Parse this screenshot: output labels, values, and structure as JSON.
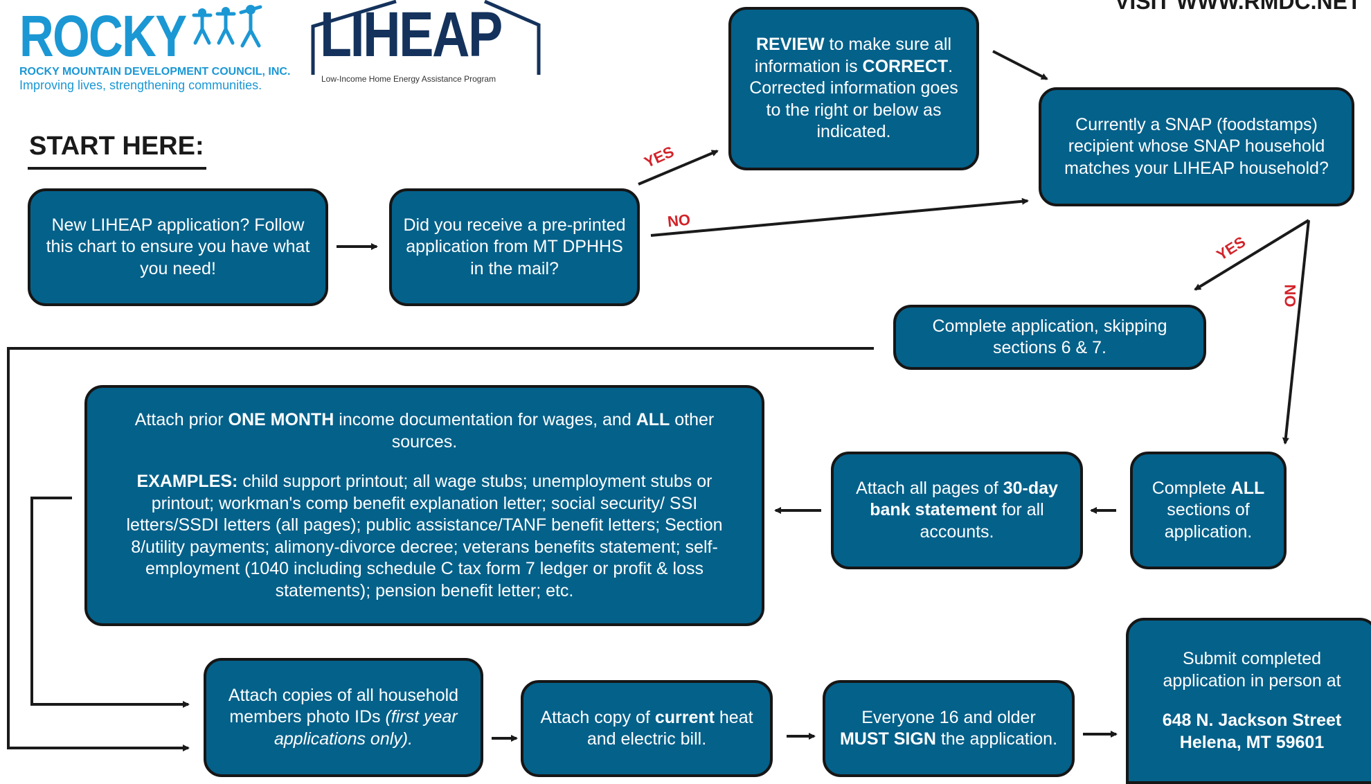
{
  "header": {
    "visit_text": "VISIT WWW.RMDC.NET",
    "rocky_logo": {
      "word": "ROCKY",
      "org": "ROCKY MOUNTAIN DEVELOPMENT COUNCIL, INC.",
      "tagline": "Improving lives, strengthening communities."
    },
    "liheap_logo": {
      "word": "LIHEAP",
      "subtitle": "Low-Income Home Energy Assistance Program"
    }
  },
  "start_title": "START HERE:",
  "labels": {
    "yes_1": "YES",
    "no_1": "NO",
    "yes_2": "YES",
    "no_2": "NO"
  },
  "nodes": {
    "new_app": "New LIHEAP application? Follow this chart to ensure you have what you need!",
    "preprinted": "Did you receive a pre-printed application from MT DPHHS in the mail?",
    "review": {
      "b1": "REVIEW",
      "t1": " to make sure all information is ",
      "b2": "CORRECT",
      "t2": ". Corrected information goes to the right or below as indicated."
    },
    "snap": "Currently a SNAP (foodstamps) recipient whose SNAP household matches your LIHEAP household?",
    "skip": "Complete application, skipping sections 6 & 7.",
    "complete_all": {
      "t1": "Complete ",
      "b1": "ALL",
      "t2": " sections of application."
    },
    "bank": {
      "t1": "Attach all pages of ",
      "b1": "30-day bank statement",
      "t2": " for all accounts."
    },
    "income": {
      "p1_t1": "Attach prior ",
      "p1_b1": "ONE MONTH",
      "p1_t2": " income documentation for wages, and ",
      "p1_b2": "ALL",
      "p1_t3": " other sources.",
      "p2_b1": "EXAMPLES:",
      "p2_t1": " child support printout; all wage stubs; unemployment stubs or printout; workman's comp benefit explanation letter; social security/ SSI letters/SSDI letters (all pages); public assistance/TANF benefit letters; Section 8/utility payments; alimony-divorce decree; veterans benefits statement; self-employment (1040 including schedule C tax form 7 ledger or profit & loss statements); pension benefit letter; etc."
    },
    "photo_ids": {
      "t1": "Attach copies of all  household members photo IDs ",
      "i1": "(first year applications only)."
    },
    "bill": {
      "t1": "Attach copy of ",
      "b1": "current",
      "t2": " heat and electric bill."
    },
    "sign": {
      "t1": "Everyone 16 and older ",
      "b1": "MUST SIGN",
      "t2": " the application."
    },
    "submit": {
      "t1": "Submit completed application in person at",
      "b1": "648 N. Jackson Street",
      "b2": "Helena, MT 59601"
    }
  },
  "colors": {
    "box_fill": "#04618a",
    "box_border": "#161616",
    "label_red": "#d2232a",
    "logo_blue": "#1b97d4",
    "liheap_navy": "#14325c"
  }
}
